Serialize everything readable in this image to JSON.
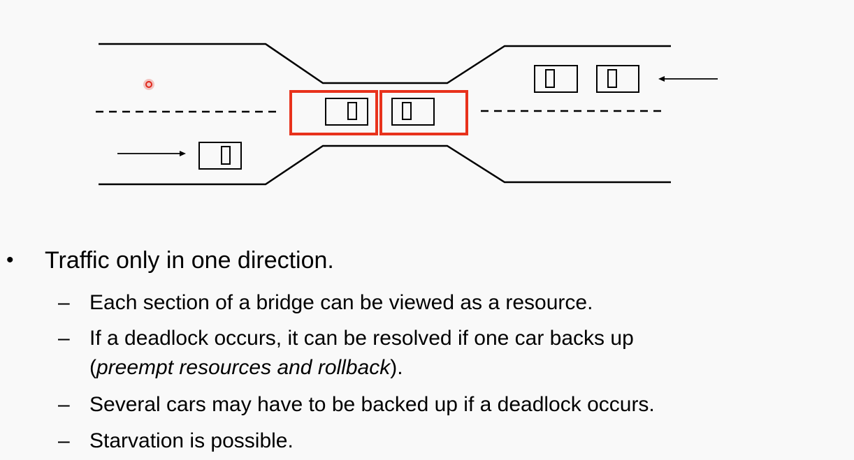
{
  "diagram": {
    "colors": {
      "line": "#000000",
      "highlight": "#e8321c",
      "pointer": "#e0281c"
    },
    "cars": [
      {
        "id": "car-bottom-left",
        "direction": "right"
      },
      {
        "id": "car-middle-left",
        "highlighted": true
      },
      {
        "id": "car-middle-right",
        "highlighted": true
      },
      {
        "id": "car-top-right-1",
        "direction": "left"
      },
      {
        "id": "car-top-right-2",
        "direction": "left"
      }
    ]
  },
  "bullets": {
    "marker": "•",
    "main": "Traffic only in one direction.",
    "dash": "–",
    "sub1": "Each section of a bridge can be viewed as a resource.",
    "sub2_line1": "If a deadlock occurs, it can be resolved if one car backs up",
    "sub2_open": "(",
    "sub2_italic": "preempt resources and rollback",
    "sub2_close": ").",
    "sub3": "Several cars may have to be backed up if a deadlock occurs.",
    "sub4": "Starvation is possible."
  }
}
